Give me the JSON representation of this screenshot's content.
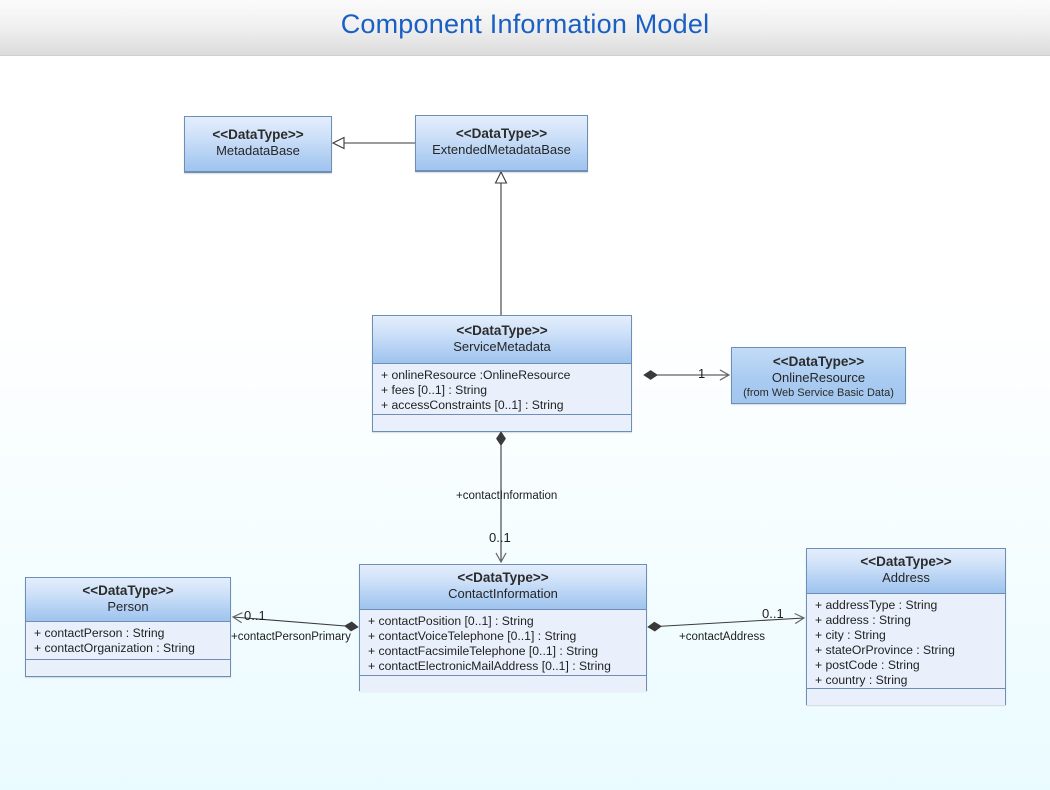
{
  "header": {
    "title": "Component Information Model",
    "title_color": "#1a5fc4"
  },
  "theme": {
    "class_border": "#6d8fb5",
    "class_body_fill": "#e9f0fb",
    "class_header_fill": "#aecdf2",
    "edge_color": "#3a3a3a",
    "canvas_top": "#ffffff",
    "canvas_bottom": "#eafbff"
  },
  "classes": {
    "metadata_base": {
      "stereotype": "<<DataType>>",
      "name": "MetadataBase",
      "attributes": []
    },
    "extended_metadata_base": {
      "stereotype": "<<DataType>>",
      "name": "ExtendedMetadataBase",
      "attributes": []
    },
    "service_metadata": {
      "stereotype": "<<DataType>>",
      "name": "ServiceMetadata",
      "attributes": [
        "+ onlineResource :OnlineResource",
        "+ fees [0..1] : String",
        "+ accessConstraints [0..1] : String"
      ]
    },
    "online_resource": {
      "stereotype": "<<DataType>>",
      "name": "OnlineResource",
      "subtitle": "(from Web Service Basic Data)",
      "attributes": []
    },
    "contact_information": {
      "stereotype": "<<DataType>>",
      "name": "ContactInformation",
      "attributes": [
        "+ contactPosition [0..1] : String",
        "+ contactVoiceTelephone [0..1] : String",
        "+ contactFacsimileTelephone [0..1] : String",
        "+ contactElectronicMailAddress [0..1] : String"
      ]
    },
    "person": {
      "stereotype": "<<DataType>>",
      "name": "Person",
      "attributes": [
        "+ contactPerson : String",
        "+ contactOrganization : String"
      ]
    },
    "address": {
      "stereotype": "<<DataType>>",
      "name": "Address",
      "attributes": [
        "+ addressType : String",
        "+ address : String",
        "+ city : String",
        "+ stateOrProvince : String",
        "+ postCode : String",
        "+ country : String"
      ]
    }
  },
  "relationships": {
    "generalization_extended_to_metadata": {
      "kind": "generalization",
      "source": "ExtendedMetadataBase",
      "target": "MetadataBase"
    },
    "generalization_service_to_extended": {
      "kind": "generalization",
      "source": "ServiceMetadata",
      "target": "ExtendedMetadataBase"
    },
    "service_to_online_resource": {
      "kind": "aggregation",
      "source": "ServiceMetadata",
      "target": "OnlineResource",
      "target_multiplicity": "1",
      "role": ""
    },
    "service_to_contact_information": {
      "kind": "aggregation",
      "source": "ServiceMetadata",
      "target": "ContactInformation",
      "role": "+contactInformation",
      "target_multiplicity": "0..1"
    },
    "contact_to_person": {
      "kind": "aggregation",
      "source": "ContactInformation",
      "target": "Person",
      "role": "+contactPersonPrimary",
      "target_multiplicity": "0..1"
    },
    "contact_to_address": {
      "kind": "aggregation",
      "source": "ContactInformation",
      "target": "Address",
      "role": "+contactAddress",
      "target_multiplicity": "0..1"
    }
  }
}
